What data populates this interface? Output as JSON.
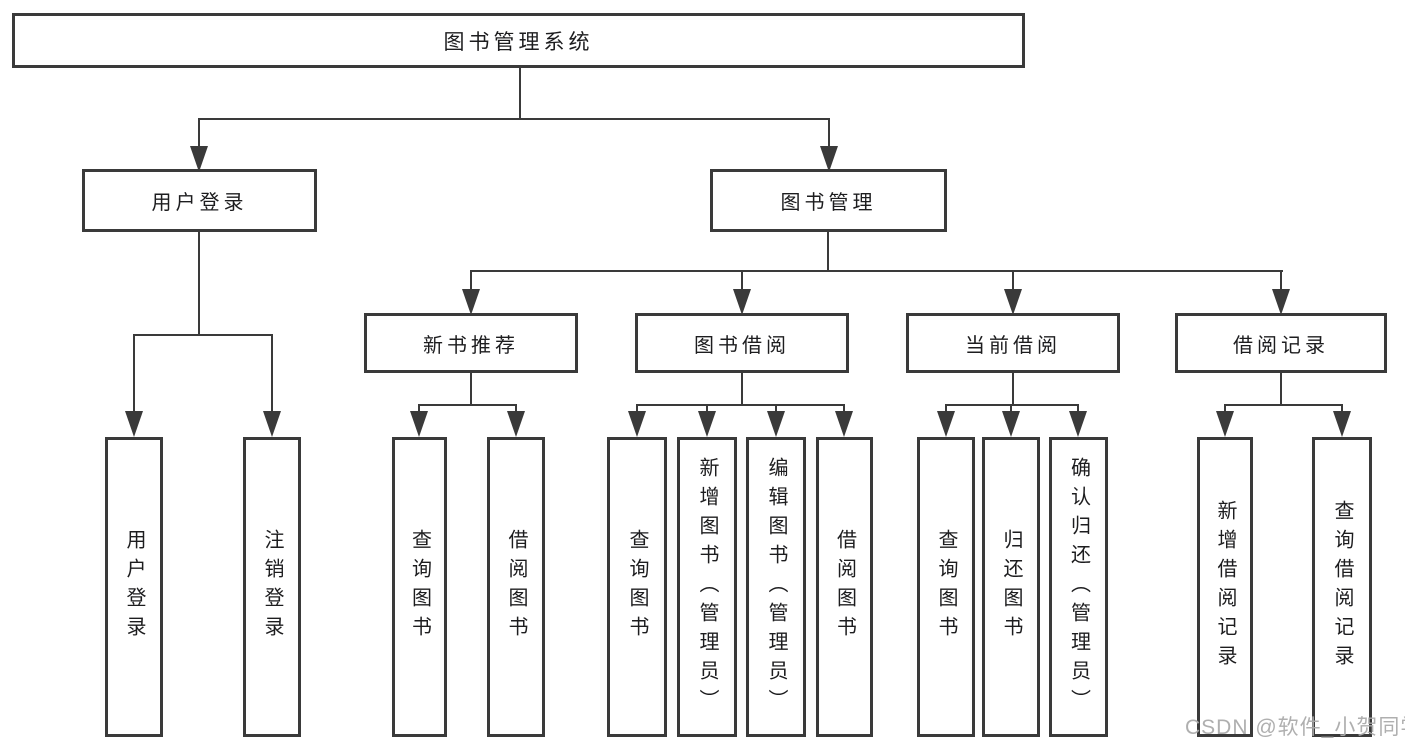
{
  "tree": {
    "root": {
      "label": "图书管理系统"
    },
    "branches": [
      {
        "label": "用户登录",
        "children": [
          {
            "label": "用户登录"
          },
          {
            "label": "注销登录"
          }
        ]
      },
      {
        "label": "图书管理",
        "children": [
          {
            "label": "新书推荐",
            "children": [
              {
                "label": "查询图书"
              },
              {
                "label": "借阅图书"
              }
            ]
          },
          {
            "label": "图书借阅",
            "children": [
              {
                "label": "查询图书"
              },
              {
                "label": "新增图书（管理员）"
              },
              {
                "label": "编辑图书（管理员）"
              },
              {
                "label": "借阅图书"
              }
            ]
          },
          {
            "label": "当前借阅",
            "children": [
              {
                "label": "查询图书"
              },
              {
                "label": "归还图书"
              },
              {
                "label": "确认归还（管理员）"
              }
            ]
          },
          {
            "label": "借阅记录",
            "children": [
              {
                "label": "新增借阅记录"
              },
              {
                "label": "查询借阅记录"
              }
            ]
          }
        ]
      }
    ]
  },
  "watermark": {
    "text": "CSDN @软件_小贺同学"
  },
  "colors": {
    "line": "#3a3a3a",
    "text": "#1d1d1f",
    "background": "#ffffff",
    "watermark": "#ababab"
  }
}
